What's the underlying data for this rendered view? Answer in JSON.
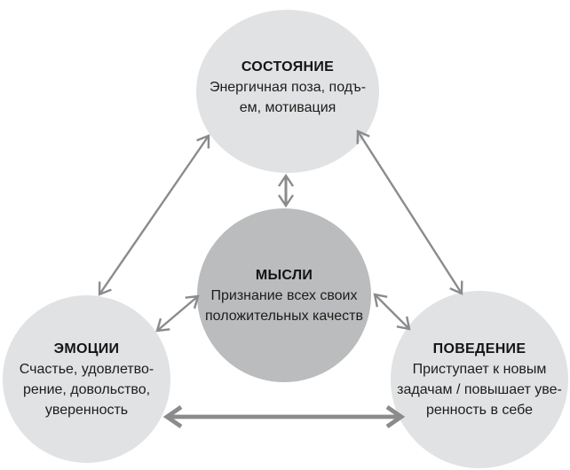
{
  "diagram": {
    "colors": {
      "background": "#ffffff",
      "node_light": "#e1e2e3",
      "node_center": "#bbbcbd",
      "arrow": "#8b8b8d",
      "title_text": "#141414",
      "body_text": "#1d1d1b"
    },
    "nodes": {
      "state": {
        "title": "СОСТОЯНИЕ",
        "lines": [
          "Энергичная поза, подъ-",
          "ем, мотивация"
        ]
      },
      "thoughts": {
        "title": "МЫСЛИ",
        "lines": [
          "Признание всех своих",
          "положительных качеств"
        ]
      },
      "emotions": {
        "title": "ЭМОЦИИ",
        "lines": [
          "Счастье, удовлетво-",
          "рение, довольство,",
          "уверенность"
        ]
      },
      "behavior": {
        "title": "ПОВЕДЕНИЕ",
        "lines": [
          "Приступает к новым",
          "задачам / повышает уве-",
          "ренность в себе"
        ]
      }
    },
    "connections": [
      {
        "from": "state",
        "to": "thoughts",
        "bidirectional": true,
        "style": "normal"
      },
      {
        "from": "state",
        "to": "emotions",
        "bidirectional": true,
        "style": "normal"
      },
      {
        "from": "state",
        "to": "behavior",
        "bidirectional": true,
        "style": "normal"
      },
      {
        "from": "thoughts",
        "to": "emotions",
        "bidirectional": true,
        "style": "normal"
      },
      {
        "from": "thoughts",
        "to": "behavior",
        "bidirectional": true,
        "style": "normal"
      },
      {
        "from": "emotions",
        "to": "behavior",
        "bidirectional": true,
        "style": "thick"
      }
    ]
  }
}
